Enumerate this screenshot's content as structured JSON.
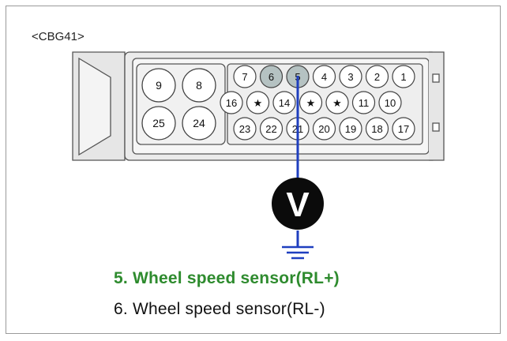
{
  "connector": {
    "label": "<CBG41>"
  },
  "meter": {
    "symbol": "V"
  },
  "large_pins": [
    "9",
    "8",
    "25",
    "24"
  ],
  "pin_rows": [
    [
      "7",
      "6",
      "5",
      "4",
      "3",
      "2",
      "1"
    ],
    [
      "16",
      "★",
      "14",
      "★",
      "★",
      "11",
      "10"
    ],
    [
      "23",
      "22",
      "21",
      "20",
      "19",
      "18",
      "17"
    ]
  ],
  "highlighted_pins": [
    "6",
    "5"
  ],
  "legend": [
    {
      "text": "5. Wheel speed sensor(RL+)",
      "color": "#2e8b2e"
    },
    {
      "text": "6. Wheel speed sensor(RL-)",
      "color": "#111111"
    }
  ],
  "colors": {
    "probe_wire": "#1f3fbf",
    "ground": "#1f3fbf",
    "pin_highlight": "#b5c2c2"
  }
}
